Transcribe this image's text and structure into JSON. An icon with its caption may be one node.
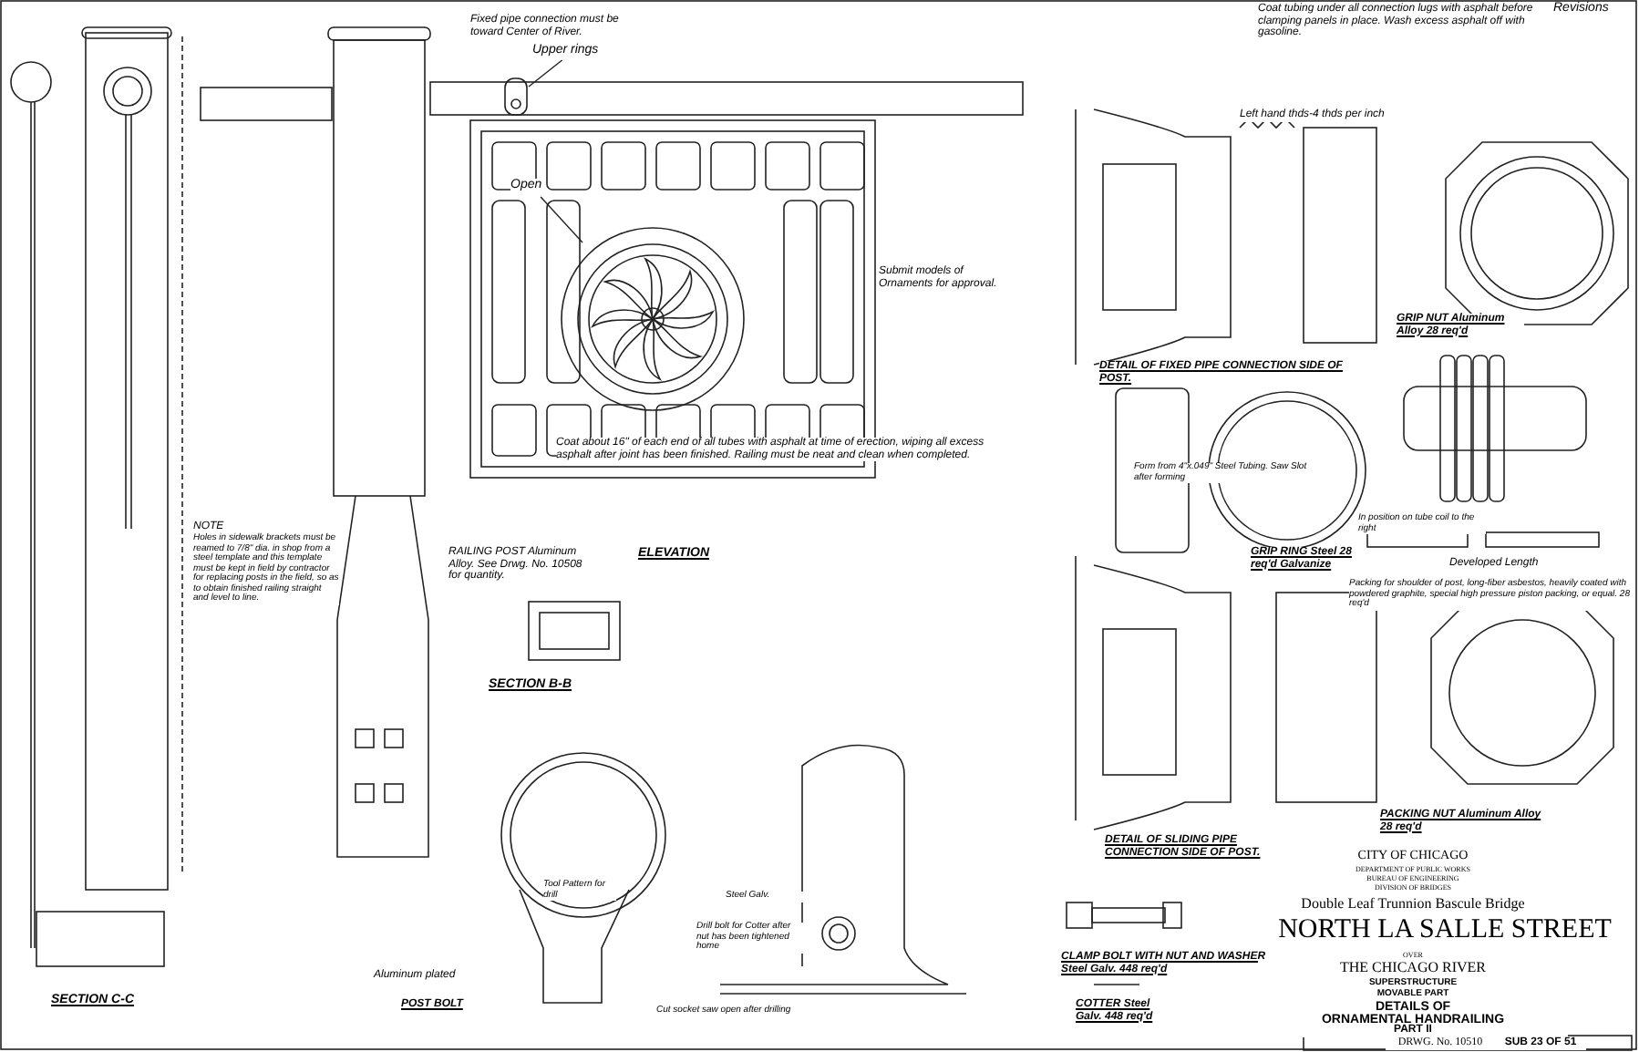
{
  "diagram": {
    "title": "NORTH LA SALLE STREET",
    "nodes": [
      {
        "text": [
          "Open"
        ]
      },
      {
        "text": [],
        "shape": "picture"
      },
      {
        "text": [
          "Upper rings"
        ]
      },
      {
        "text": [],
        "shape": "picture"
      }
    ],
    "edges": [
      {
        "from": 0,
        "to": 1,
        "arrow": "none"
      },
      {
        "from": 2,
        "to": 3,
        "arrow": "none"
      }
    ],
    "labels": [
      "Revisions",
      "Fixed pipe connection must be toward Center of River.",
      "Coat tubing under all connection lugs with asphalt before clamping panels in place. Wash excess asphalt off with gasoline.",
      "Submit models of Ornaments for approval.",
      "Coat about 16\" of each end of all tubes with asphalt at time of erection, wiping all excess asphalt after joint has been finished. Railing must be neat and clean when completed.",
      "Left hand thds-4 thds per inch",
      "DETAIL OF FIXED PIPE CONNECTION SIDE OF POST.",
      "GRIP NUT Aluminum Alloy 28 req'd",
      "Form from 4\"x.049\" Steel Tubing. Saw Slot after forming",
      "In position on tube coil to the right",
      "GRIP RING Steel 28 req'd Galvanize",
      "Developed Length",
      "Packing for shoulder of post, long-fiber asbestos, heavily coated with powdered graphite, special high pressure piston packing, or equal. 28 req'd",
      "NOTE",
      "Holes in sidewalk brackets must be reamed to 7/8\" dia. in shop from a steel template and this template must be kept in field by contractor for replacing posts in the field, so as to obtain finished railing straight and level to line.",
      "RAILING POST Aluminum Alloy. See Drwg. No. 10508 for quantity.",
      "ELEVATION",
      "SECTION B-B",
      "Tool Pattern for drill",
      "Cut socket saw open after drilling",
      "Drill bolt for Cotter after nut has been tightened home",
      "Steel Galv.",
      "Aluminum plated",
      "POST BOLT",
      "PACKING NUT Aluminum Alloy 28 req'd",
      "DETAIL OF SLIDING PIPE CONNECTION SIDE OF POST.",
      "CLAMP BOLT WITH NUT AND WASHER Steel Galv. 448 req'd",
      "COTTER Steel Galv. 448 req'd",
      "SECTION C-C",
      "CITY OF CHICAGO",
      "DEPARTMENT OF PUBLIC WORKS",
      "BUREAU OF ENGINEERING",
      "DIVISION OF BRIDGES",
      "Double Leaf Trunnion Bascule Bridge",
      "OVER",
      "THE CHICAGO RIVER",
      "SUPERSTRUCTURE",
      "MOVABLE PART",
      "DETAILS OF",
      "ORNAMENTAL HANDRAILING",
      "PART II",
      "DRWG. No. 10510",
      "SUB 23 OF 51"
    ]
  }
}
